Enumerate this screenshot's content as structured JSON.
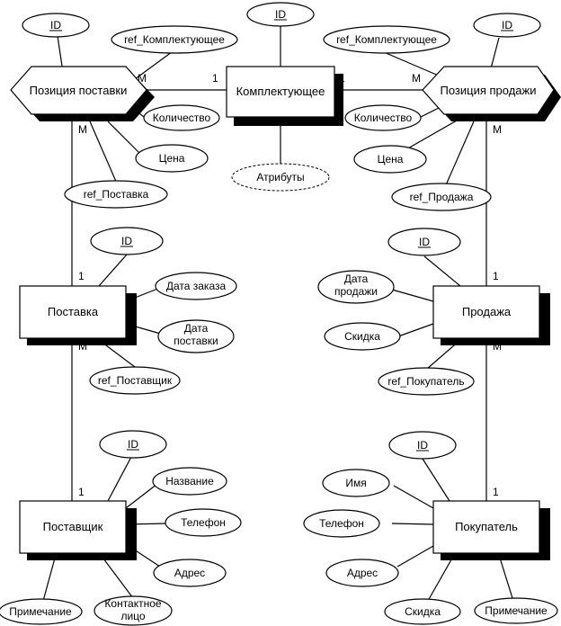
{
  "entities": {
    "pos_postavki": "Позиция поставки",
    "komplekt": "Комплектующее",
    "pos_prodazhi": "Позиция продажи",
    "postavka": "Поставка",
    "prodazha": "Продажа",
    "postavshik": "Поставщик",
    "pokupatel": "Покупатель"
  },
  "attributes": {
    "id": "ID",
    "ref_komplekt": "ref_Комплектующее",
    "kolichestvo": "Количество",
    "cena": "Цена",
    "ref_postavka": "ref_Поставка",
    "ref_prodazha": "ref_Продажа",
    "atributy": "Атрибуты",
    "data_zakaza": "Дата заказа",
    "data_postavki_1": "Дата",
    "data_postavki_2": "поставки",
    "data_prodazhi_1": "Дата",
    "data_prodazhi_2": "продажи",
    "skidka": "Скидка",
    "ref_postavshik": "ref_Поставщик",
    "ref_pokupatel": "ref_Покупатель",
    "nazvanie": "Название",
    "telefon": "Телефон",
    "adres": "Адрес",
    "primechanie": "Примечание",
    "kontakt_1": "Контактное",
    "kontakt_2": "лицо",
    "imya": "Имя"
  },
  "cardinalities": {
    "one": "1",
    "many": "M"
  }
}
